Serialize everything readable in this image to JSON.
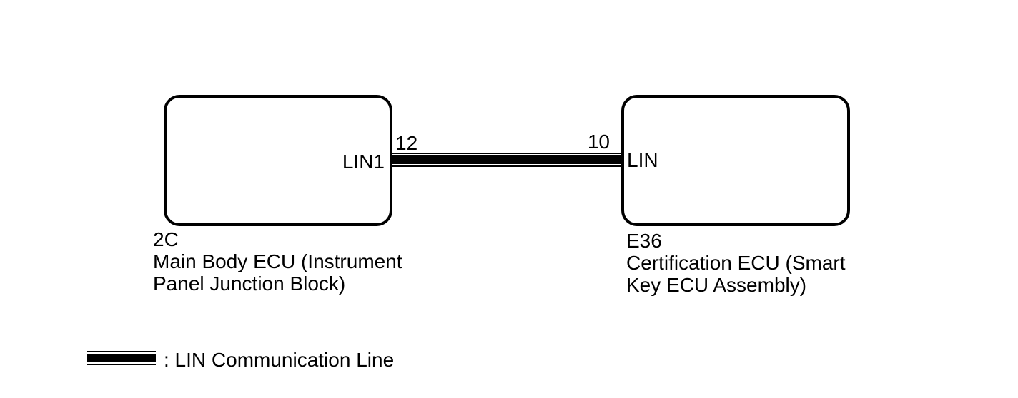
{
  "colors": {
    "background": "#ffffff",
    "line": "#000000",
    "text": "#000000"
  },
  "nodes": [
    {
      "code": "2C",
      "name_lines": [
        "Main Body ECU (Instrument",
        "Panel Junction Block)"
      ],
      "port": "LIN1",
      "pin": "12"
    },
    {
      "code": "E36",
      "name_lines": [
        "Certification ECU (Smart",
        "Key ECU Assembly)"
      ],
      "port": "LIN",
      "pin": "10"
    }
  ],
  "connection": {
    "from_port": "LIN1",
    "from_pin": "12",
    "to_port": "LIN",
    "to_pin": "10",
    "type": "LIN Communication Line"
  },
  "legend": {
    "label": ": LIN Communication Line"
  }
}
